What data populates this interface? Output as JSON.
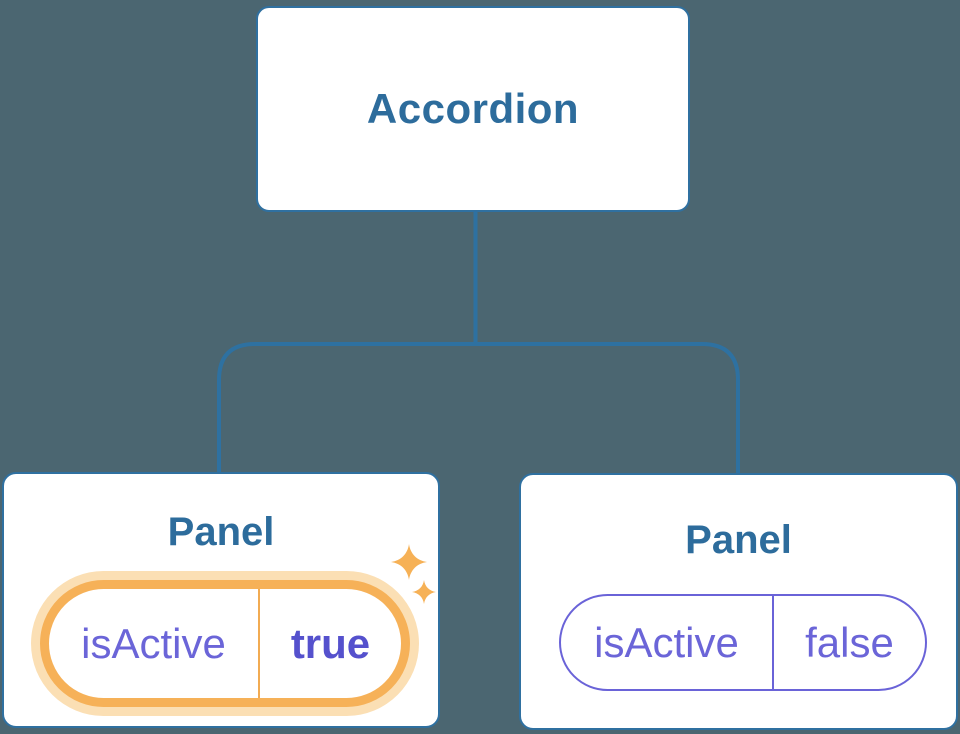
{
  "diagram": {
    "root": {
      "label": "Accordion"
    },
    "panels": [
      {
        "title": "Panel",
        "prop_name": "isActive",
        "prop_value": "true",
        "state": "active",
        "highlighted": true
      },
      {
        "title": "Panel",
        "prop_name": "isActive",
        "prop_value": "false",
        "state": "inactive",
        "highlighted": false
      }
    ]
  },
  "icons": {
    "sparkle": "four-pointed-star"
  },
  "colors": {
    "background": "#4b6671",
    "node_fill": "#ffffff",
    "node_border": "#2f70a0",
    "node_text": "#2d6c9c",
    "connector": "#2e71a1",
    "prop_text": "#6b65d8",
    "active_value_text": "#5551cd",
    "inactive_pill_border": "#6a63d8",
    "highlight_orange": "#f6b158",
    "highlight_halo": "#fbdfb4",
    "highlight_divider": "#f2ab52",
    "sparkle": "#f6b156"
  }
}
